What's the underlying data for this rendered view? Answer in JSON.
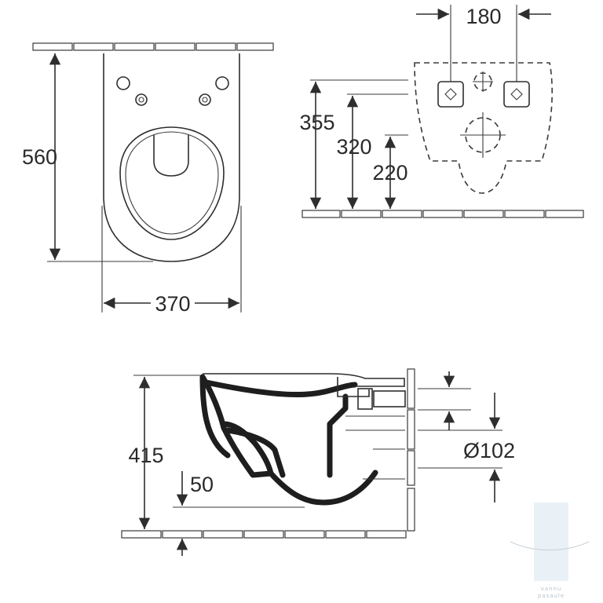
{
  "dimensions": {
    "top_view_height": "560",
    "top_view_width": "370",
    "wall_width": "180",
    "wall_height_1": "355",
    "wall_height_2": "320",
    "wall_height_3": "220",
    "side_height": "415",
    "side_offset": "50",
    "pipe_diameter": "Ø102"
  },
  "watermark": {
    "line1": "vannu",
    "line2": "pasaule"
  },
  "colors": {
    "line": "#2e2e2e",
    "watermark": "#b9c3cc"
  }
}
